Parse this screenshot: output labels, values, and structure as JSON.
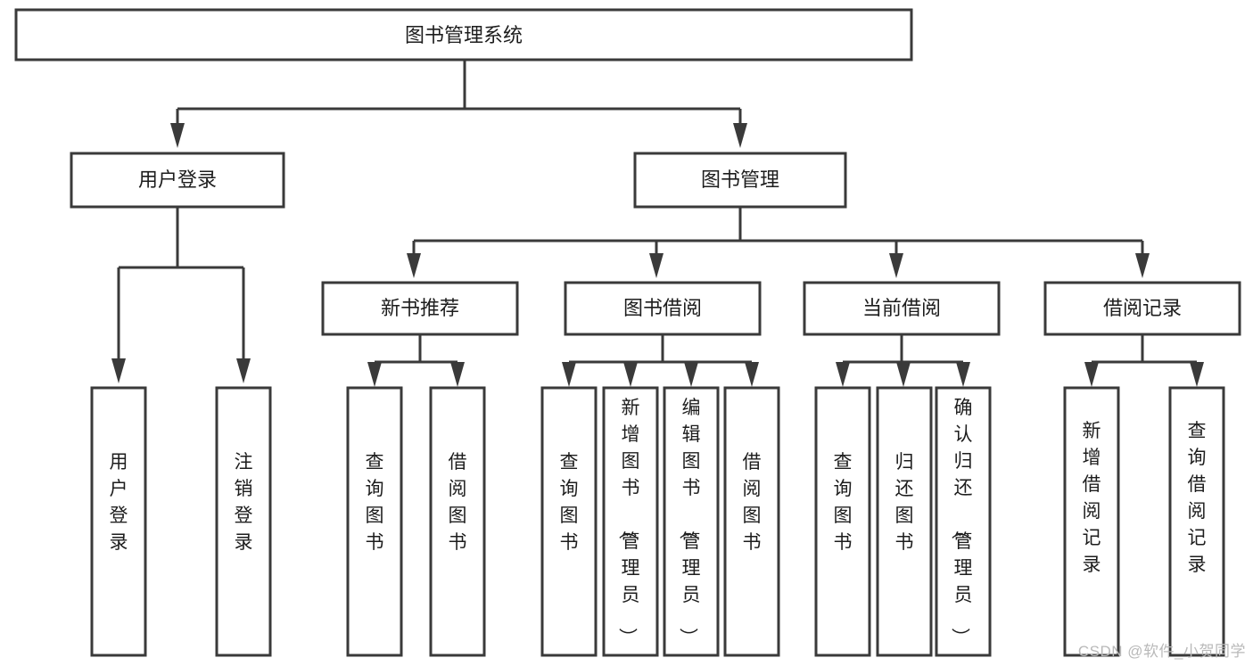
{
  "diagram": {
    "type": "tree-hierarchy-flowchart",
    "title_node": {
      "label": "图书管理系统"
    },
    "level2": [
      {
        "id": "user-login",
        "label": "用户登录"
      },
      {
        "id": "book-management",
        "label": "图书管理"
      }
    ],
    "level3": [
      {
        "id": "new-book-recommend",
        "label": "新书推荐"
      },
      {
        "id": "book-borrow",
        "label": "图书借阅"
      },
      {
        "id": "current-borrow",
        "label": "当前借阅"
      },
      {
        "id": "borrow-record",
        "label": "借阅记录"
      }
    ],
    "leaves": {
      "user-login": [
        {
          "id": "leaf-user-login",
          "label": "用户登录"
        },
        {
          "id": "leaf-logout-login",
          "label": "注销登录"
        }
      ],
      "new-book-recommend": [
        {
          "id": "leaf-query-book-1",
          "label": "查询图书"
        },
        {
          "id": "leaf-borrow-book-1",
          "label": "借阅图书"
        }
      ],
      "book-borrow": [
        {
          "id": "leaf-query-book-2",
          "label": "查询图书"
        },
        {
          "id": "leaf-add-book",
          "label": "新增图书（管理员）"
        },
        {
          "id": "leaf-edit-book",
          "label": "编辑图书（管理员）"
        },
        {
          "id": "leaf-borrow-book-2",
          "label": "借阅图书"
        }
      ],
      "current-borrow": [
        {
          "id": "leaf-query-book-3",
          "label": "查询图书"
        },
        {
          "id": "leaf-return-book",
          "label": "归还图书"
        },
        {
          "id": "leaf-confirm-return",
          "label": "确认归还（管理员）"
        }
      ],
      "borrow-record": [
        {
          "id": "leaf-add-record",
          "label": "新增借阅记录"
        },
        {
          "id": "leaf-query-record",
          "label": "查询借阅记录"
        }
      ]
    },
    "colors": {
      "stroke": "#3a3a3a",
      "fill": "#ffffff",
      "text": "#1d1d1d",
      "watermark": "#b9b9b9"
    }
  },
  "watermark": {
    "text": "CSDN @软件_小贺同学"
  }
}
